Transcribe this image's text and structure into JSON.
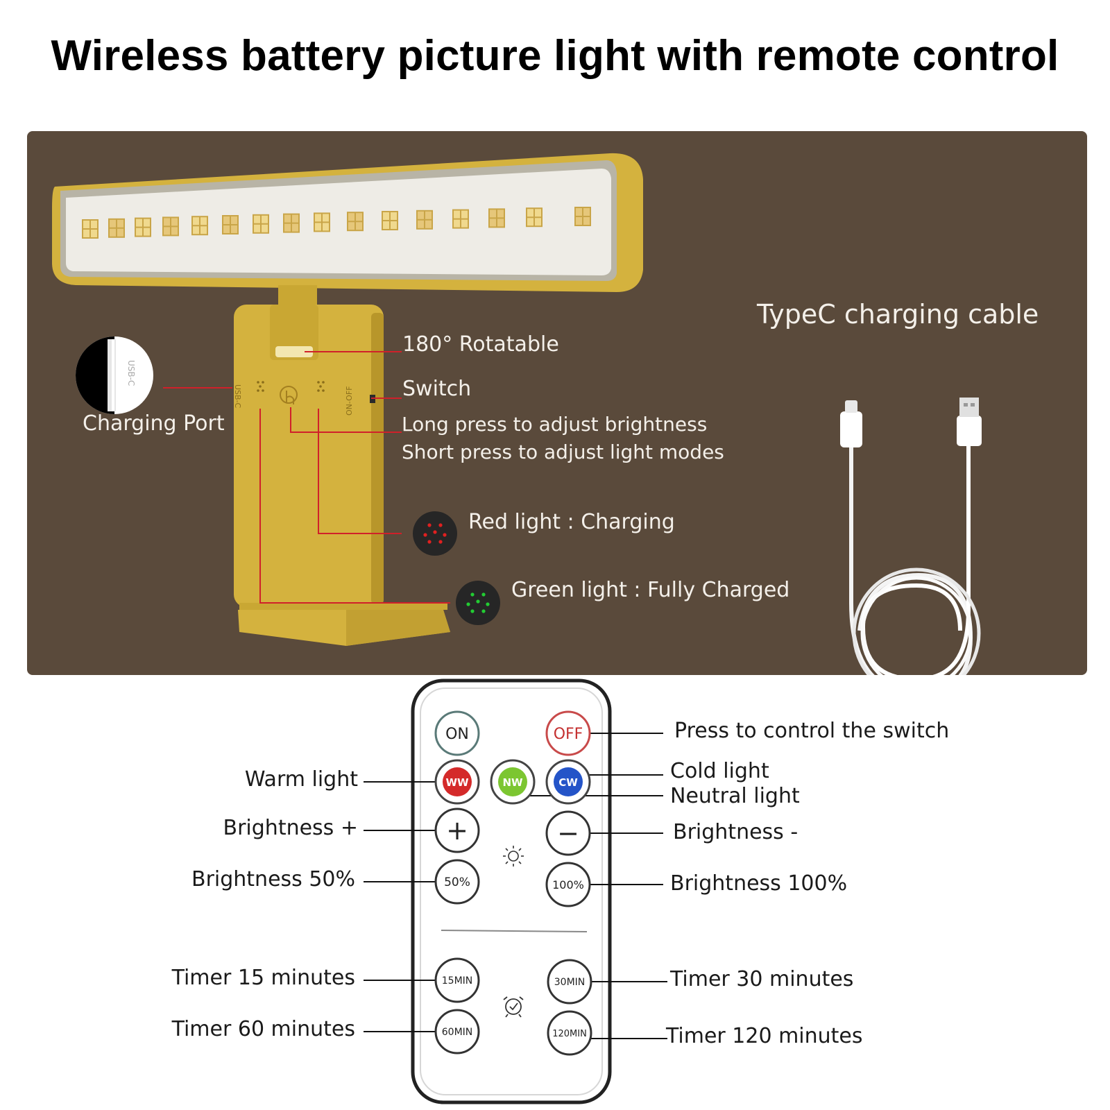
{
  "title": "Wireless battery picture light with remote control",
  "colors": {
    "panel_bg": "#5a4a3b",
    "lamp_body": "#d4b23e",
    "lamp_body_dark": "#b8962a",
    "leader_red": "#d0202a",
    "led_red": "#e02020",
    "led_green": "#22cc33",
    "btn_ww": "#d42a2a",
    "btn_nw": "#7cc631",
    "btn_cw": "#2454c8"
  },
  "lamp": {
    "port_marking": "USB-C",
    "switch_marking": "ON-OFF",
    "labels": {
      "rotatable": "180° Rotatable",
      "switch": "Switch",
      "long_press": "Long press to adjust brightness",
      "short_press": "Short press to adjust light modes",
      "red_light": "Red light : Charging",
      "green_light": "Green light : Fully Charged",
      "charging_port": "Charging Port"
    }
  },
  "cable": {
    "label": "TypeC charging cable"
  },
  "remote": {
    "buttons": {
      "on": "ON",
      "off": "OFF",
      "ww": "WW",
      "nw": "NW",
      "cw": "CW",
      "plus": "+",
      "minus": "−",
      "b50": "50%",
      "b100": "100%",
      "t15": "15MIN",
      "t30": "30MIN",
      "t60": "60MIN",
      "t120": "120MIN"
    },
    "labels": {
      "switch": "Press to control the switch",
      "warm": "Warm light",
      "cold": "Cold light",
      "neutral": "Neutral light",
      "bplus": "Brightness +",
      "bminus": "Brightness -",
      "b50": "Brightness 50%",
      "b100": "Brightness 100%",
      "t15": "Timer 15 minutes",
      "t30": "Timer 30 minutes",
      "t60": "Timer 60 minutes",
      "t120": "Timer 120 minutes"
    }
  }
}
